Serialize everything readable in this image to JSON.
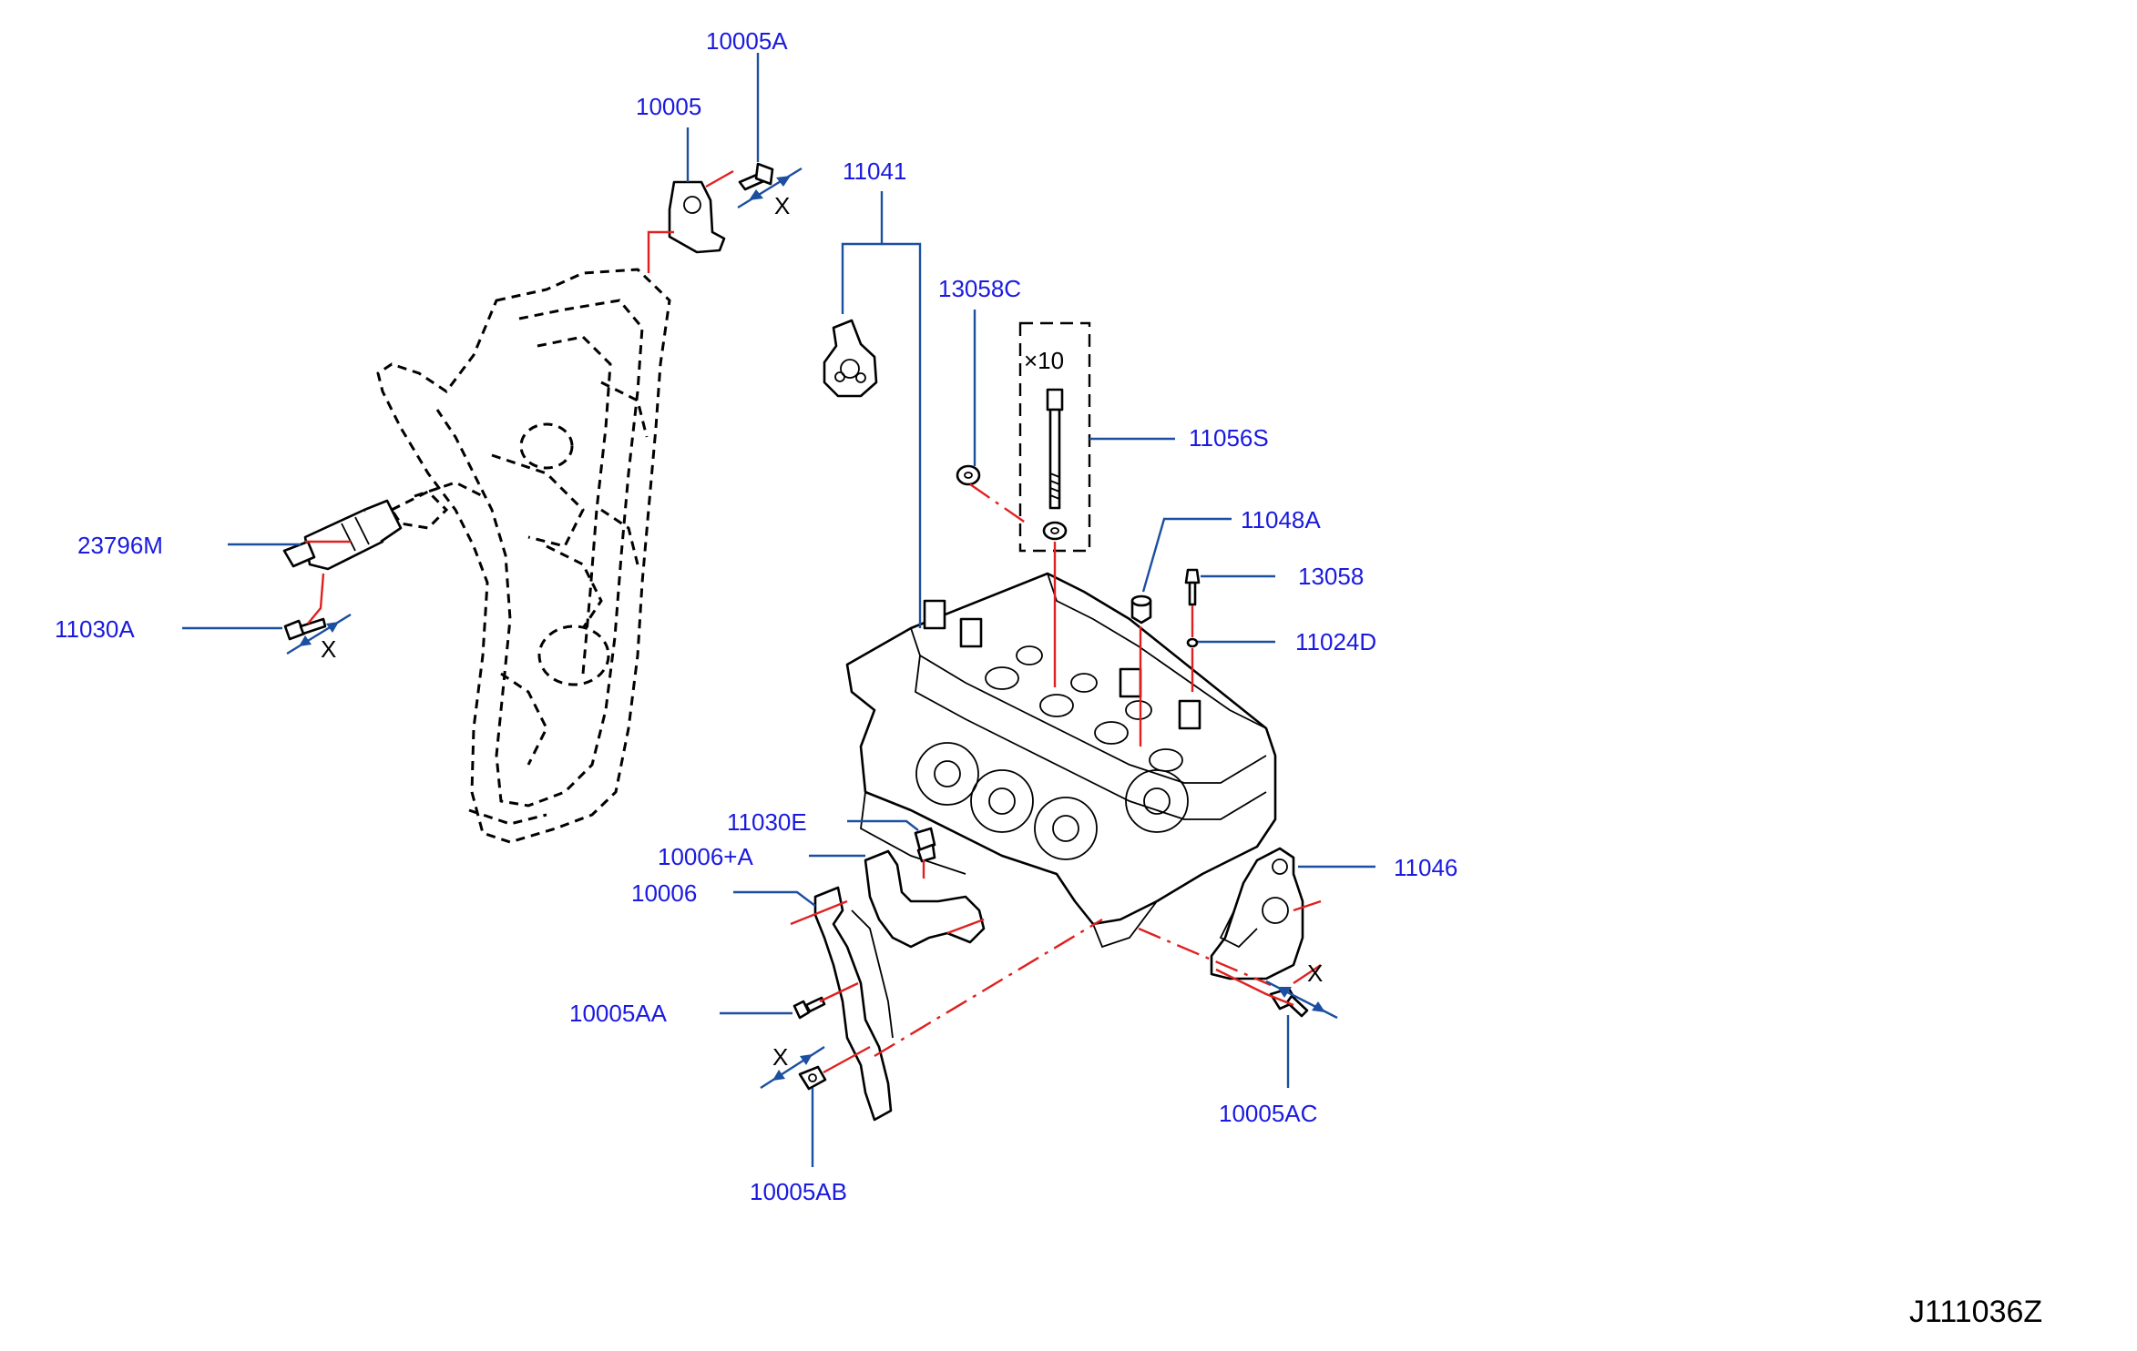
{
  "diagram_code": "J111036Z",
  "repeat_mark": "×10",
  "callouts": [
    {
      "id": "10005A",
      "text": "10005A"
    },
    {
      "id": "10005",
      "text": "10005"
    },
    {
      "id": "11041",
      "text": "11041"
    },
    {
      "id": "13058C",
      "text": "13058C"
    },
    {
      "id": "11056S",
      "text": "11056S"
    },
    {
      "id": "11048A",
      "text": "11048A"
    },
    {
      "id": "13058",
      "text": "13058"
    },
    {
      "id": "11024D",
      "text": "11024D"
    },
    {
      "id": "23796M",
      "text": "23796M"
    },
    {
      "id": "11030A",
      "text": "11030A"
    },
    {
      "id": "11030E",
      "text": "11030E"
    },
    {
      "id": "10006A",
      "text": "10006+A"
    },
    {
      "id": "10006",
      "text": "10006"
    },
    {
      "id": "11046",
      "text": "11046"
    },
    {
      "id": "10005AA",
      "text": "10005AA"
    },
    {
      "id": "10005AC",
      "text": "10005AC"
    },
    {
      "id": "10005AB",
      "text": "10005AB"
    }
  ],
  "torque_marks": [
    {
      "id": "tm-10005A",
      "text": "X"
    },
    {
      "id": "tm-11030A",
      "text": "X"
    },
    {
      "id": "tm-10005AB",
      "text": "X"
    },
    {
      "id": "tm-10005AC",
      "text": "X"
    }
  ]
}
